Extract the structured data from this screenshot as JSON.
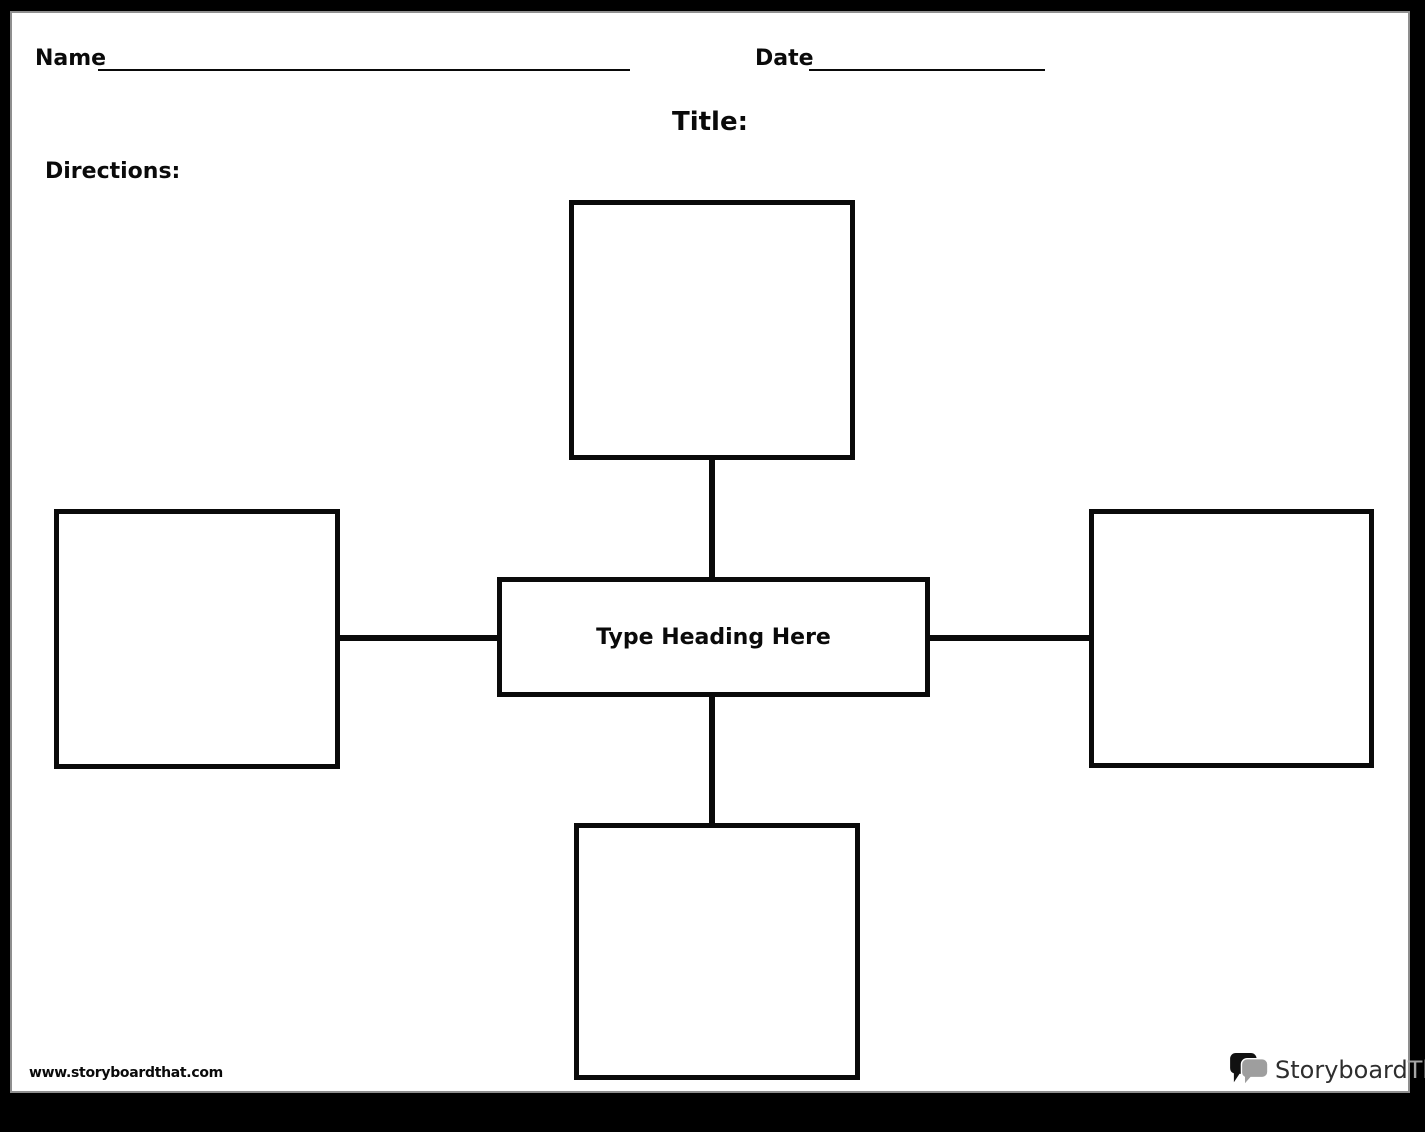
{
  "page": {
    "background_color": "#000000",
    "paper_color": "#ffffff"
  },
  "header": {
    "name_label": "Name",
    "date_label": "Date",
    "title_label": "Title:",
    "directions_label": "Directions:"
  },
  "diagram": {
    "type": "spider-map",
    "center_heading": "Type Heading Here",
    "line_color": "#0a0a0a",
    "cells": [
      {
        "position": "top",
        "value": ""
      },
      {
        "position": "left",
        "value": ""
      },
      {
        "position": "right",
        "value": ""
      },
      {
        "position": "bottom",
        "value": ""
      }
    ]
  },
  "footer": {
    "website": "www.storyboardthat.com",
    "logo": {
      "icon": "speech-bubbles-icon",
      "text_primary": "Storyboard",
      "text_secondary": "That",
      "color_primary": "#2e2e2e",
      "color_secondary": "#a5a5a5",
      "bubble_back_color": "#111111",
      "bubble_front_color": "#9e9e9e"
    }
  }
}
